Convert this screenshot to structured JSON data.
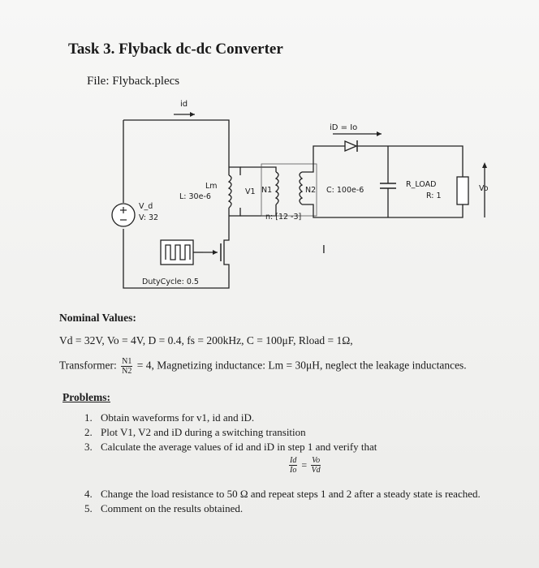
{
  "title": "Task 3. Flyback dc-dc Converter",
  "file_label": "File: Flyback.plecs",
  "circuit": {
    "id_label": "id",
    "iD_label": "iD = Io",
    "lm_name": "Lm",
    "lm_value": "L: 30e-6",
    "v1_label": "V1",
    "n1_label": "N1",
    "n2_label": "N2",
    "cap_value": "C: 100e-6",
    "rload_name": "R_LOAD",
    "rload_value": "R: 1",
    "vo_label": "Vo",
    "vd_name": "V_d",
    "vd_value": "V: 32",
    "turns": "n: [12 -3]",
    "duty": "DutyCycle:  0.5"
  },
  "nominal": {
    "heading": "Nominal Values:",
    "line1": "Vd = 32V, Vo = 4V, D = 0.4, fs = 200kHz, C = 100μF, Rload = 1Ω,",
    "transformer_prefix": "Transformer:",
    "frac_num": "N1",
    "frac_den": "N2",
    "transformer_rest": "= 4, Magnetizing inductance: Lm = 30μH, neglect the leakage inductances."
  },
  "problems": {
    "heading": "Problems:",
    "items": [
      {
        "n": "1.",
        "text": "Obtain waveforms for v1, id and iD."
      },
      {
        "n": "2.",
        "text": "Plot V1, V2 and iD during a switching transition"
      },
      {
        "n": "3.",
        "text": "Calculate the average values of id and iD in step 1 and verify that"
      },
      {
        "n": "4.",
        "text": "Change the load resistance to 50 Ω and repeat steps 1 and 2 after a steady state is reached."
      },
      {
        "n": "5.",
        "text": "Comment on the results obtained."
      }
    ],
    "eq_lhs_num": "Id",
    "eq_lhs_den": "Io",
    "eq_rhs_num": "Vo",
    "eq_rhs_den": "Vd"
  }
}
